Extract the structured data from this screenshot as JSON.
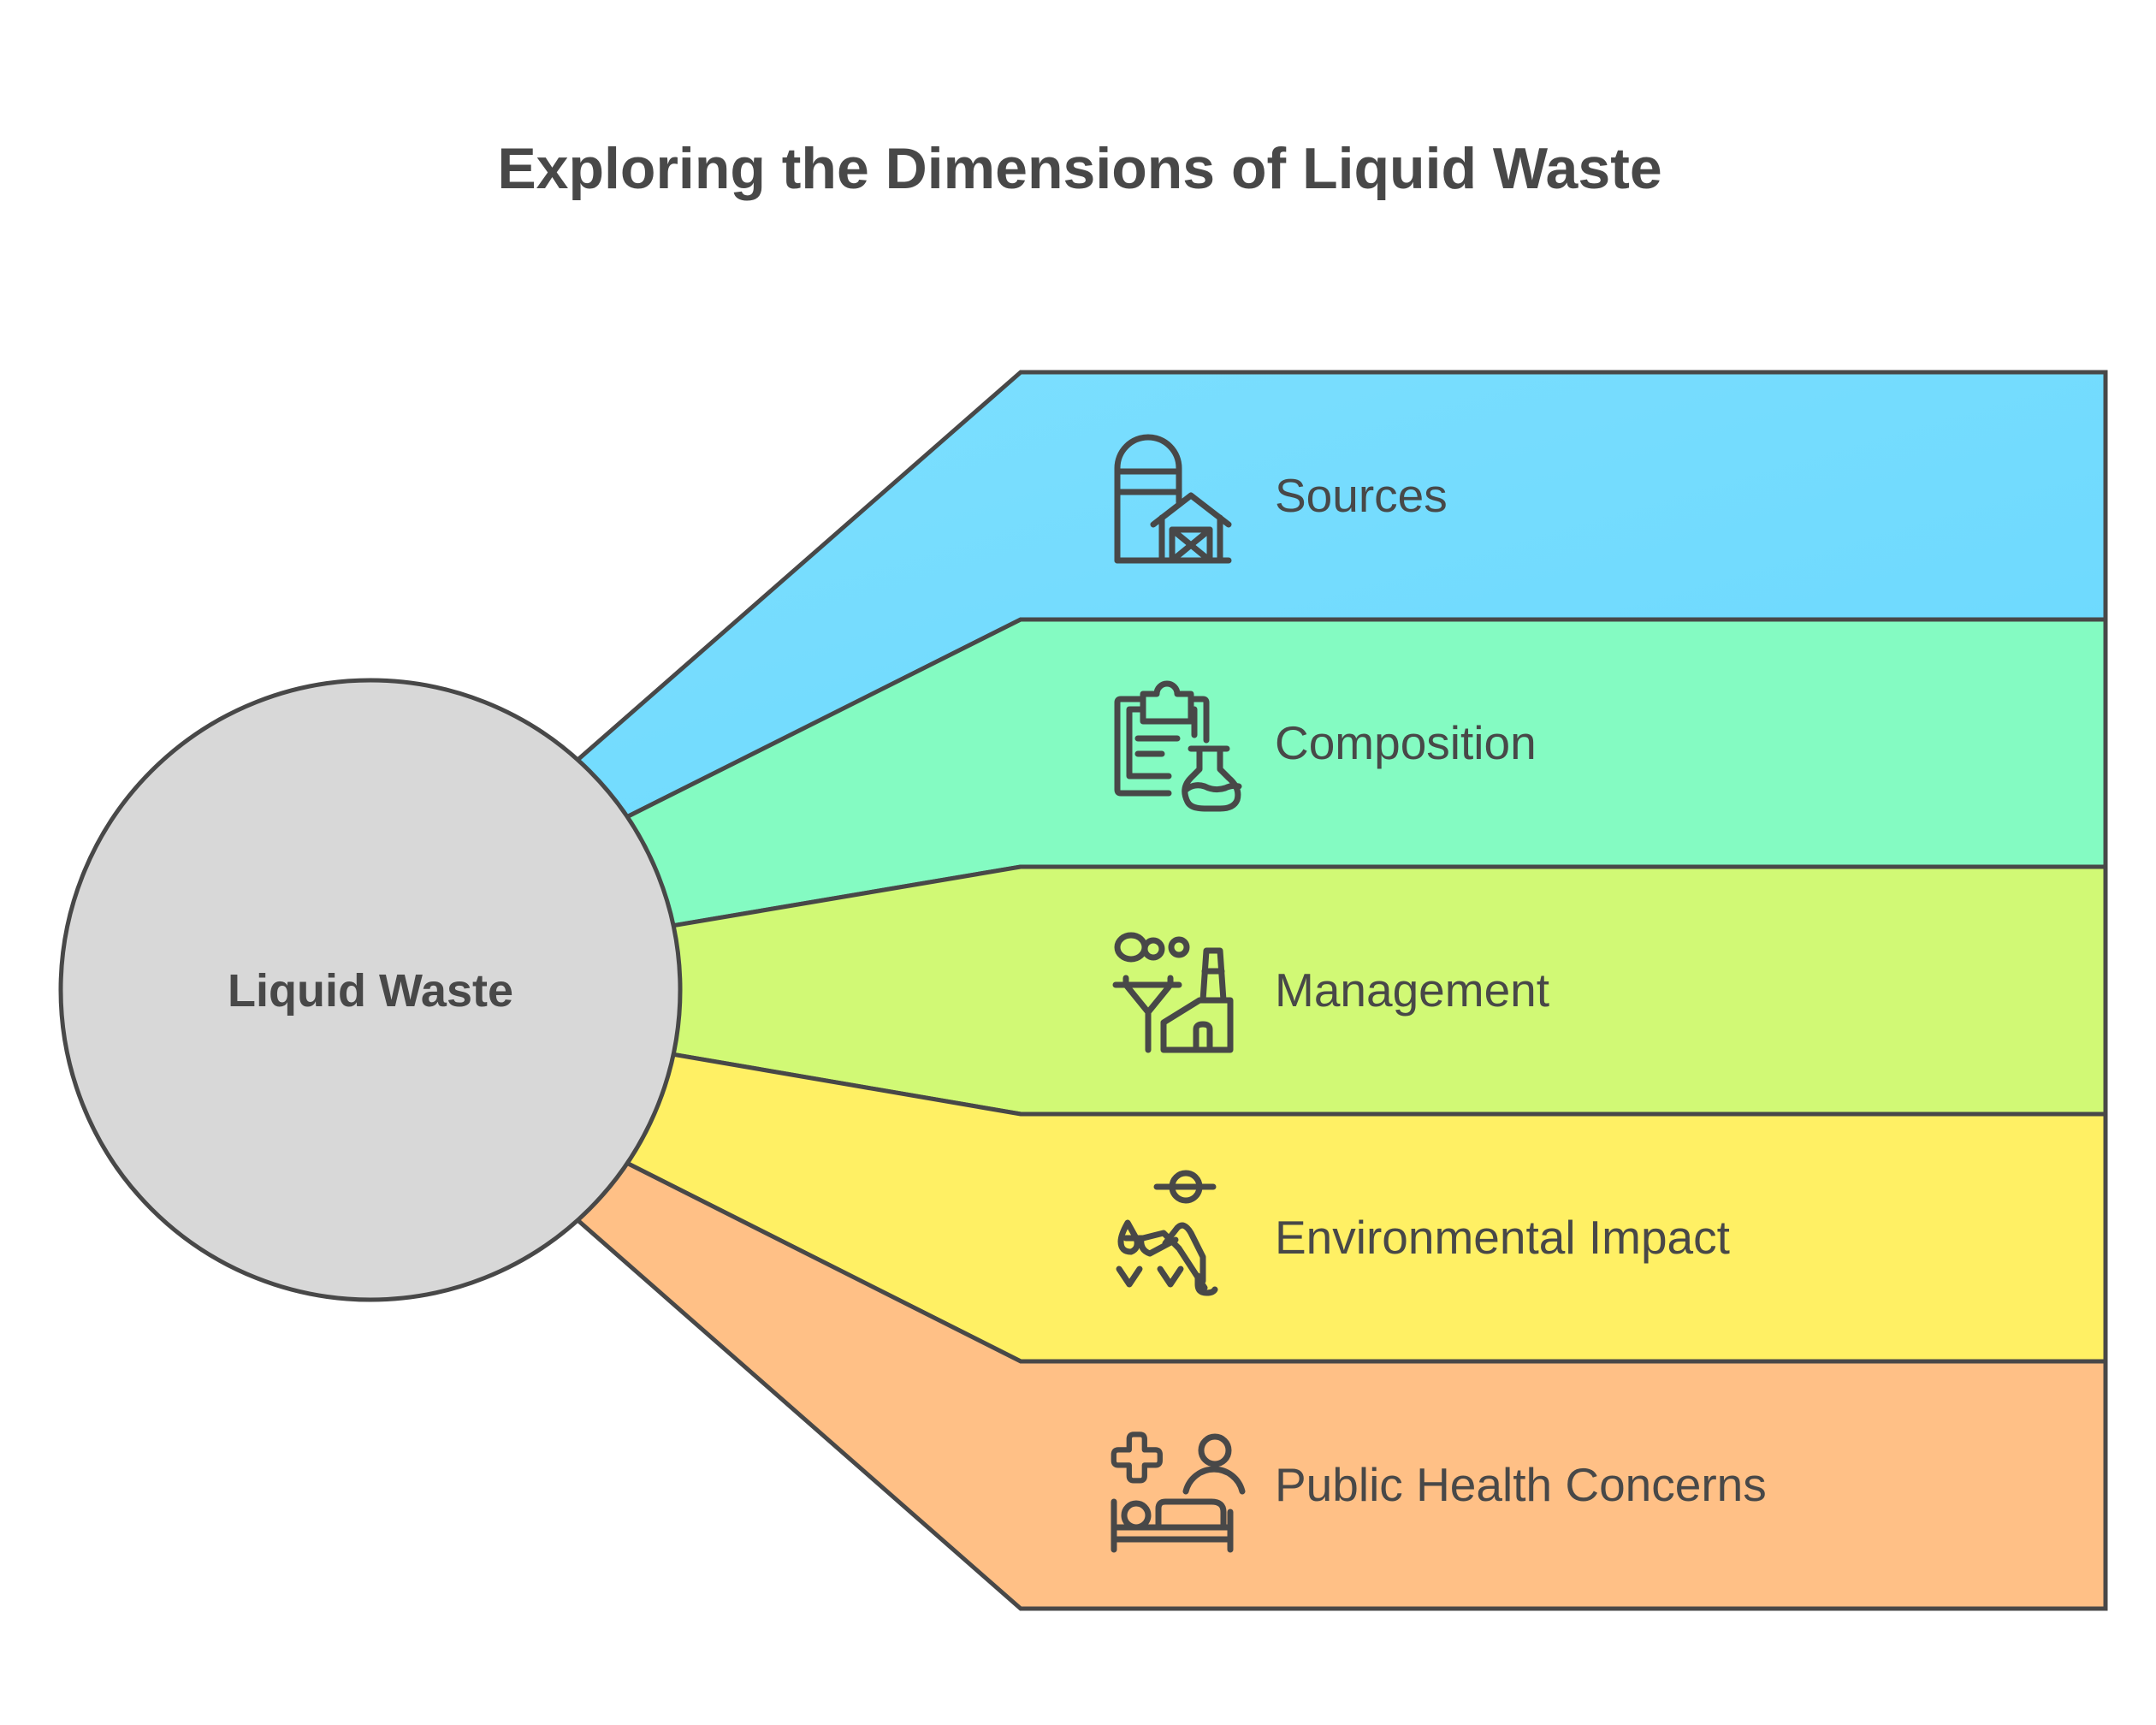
{
  "title": "Exploring the Dimensions of Liquid Waste",
  "center": {
    "label": "Liquid Waste",
    "fill": "#d8d8d8"
  },
  "stroke_color": "#484848",
  "branches": [
    {
      "label": "Sources",
      "icon": "farm-silo-barn-icon",
      "color": "#7ddfff"
    },
    {
      "label": "Composition",
      "icon": "clipboard-flask-icon",
      "color": "#84fbc2"
    },
    {
      "label": "Management",
      "icon": "factory-power-line-icon",
      "color": "#d1f975"
    },
    {
      "label": "Environmental Impact",
      "icon": "farmer-planting-icon",
      "color": "#fff064"
    },
    {
      "label": "Public Health Concerns",
      "icon": "patient-bed-medical-icon",
      "color": "#ffc086"
    }
  ]
}
